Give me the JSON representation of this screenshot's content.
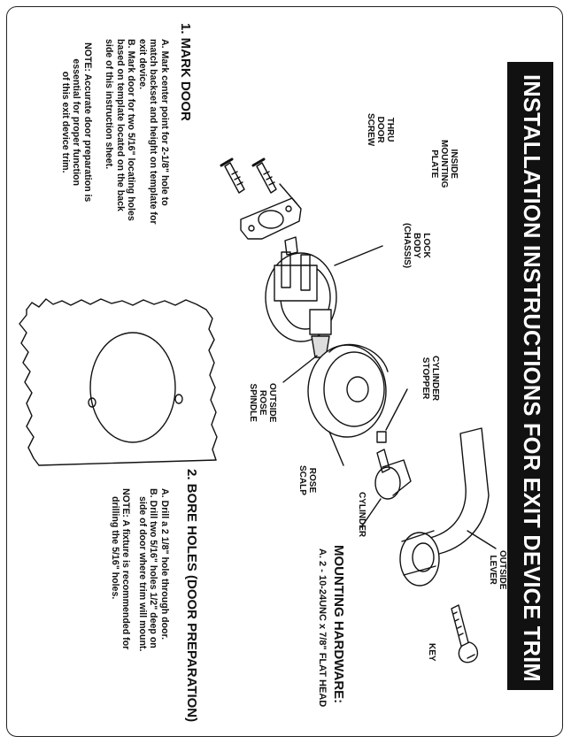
{
  "title": "INSTALLATION INSTRUCTIONS FOR EXIT DEVICE TRIM",
  "section1": {
    "heading": "1. MARK DOOR",
    "lines": [
      "A. Mark center point for 2-1/8\" hole to",
      "match backset and height on template for",
      "exit device.",
      "B. Mark door for two 5/16\" locating holes",
      "based on template located on the back",
      "side of this instruction sheet."
    ],
    "note_lines": [
      "NOTE: Accurate door preparation is",
      "essential for proper function",
      "of this exit device trim."
    ]
  },
  "section2": {
    "heading": "2. BORE HOLES (DOOR PREPARATION)",
    "lines": [
      "A. Drill a 2 1/8\" hole through door.",
      "B. Drill two 5/16\" holes 1/2\" deep on",
      "side of door where trim will mount."
    ],
    "note_lines": [
      "NOTE: A fixture is recommended for",
      "drilling the 5/16\" holes."
    ]
  },
  "mounting_hardware": {
    "heading": "MOUNTING HARDWARE:",
    "item": "A. 2 - 10-24UNC x 7/8\" FLAT HEAD"
  },
  "part_labels": {
    "thru_door_screw": [
      "THRU",
      "DOOR",
      "SCREW"
    ],
    "inside_mounting_plate": [
      "INSIDE",
      "MOUNTING",
      "PLATE"
    ],
    "lock_body": [
      "LOCK",
      "BODY",
      "(CHASSIS)"
    ],
    "cylinder_stopper": [
      "CYLINDER",
      "STOPPER"
    ],
    "outside_rose_spindle": [
      "OUTSIDE",
      "ROSE",
      "SPINDLE"
    ],
    "rose_scalp": [
      "ROSE",
      "SCALP"
    ],
    "cylinder": [
      "CYLINDER"
    ],
    "outside_lever": [
      "OUTSIDE",
      "LEVER"
    ],
    "key": [
      "KEY"
    ]
  }
}
